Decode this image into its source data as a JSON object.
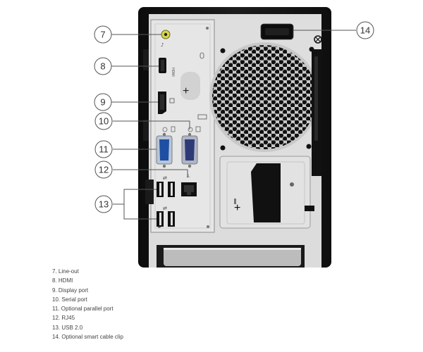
{
  "callouts": {
    "c7": "7",
    "c8": "8",
    "c9": "9",
    "c10": "10",
    "c11": "11",
    "c12": "12",
    "c13": "13",
    "c14": "14"
  },
  "port_text": {
    "hdmi": "HDMI"
  },
  "legend": {
    "item_7": "7. Line-out",
    "item_8": "8. HDMI",
    "item_9": "9. Display port",
    "item_10": "10. Serial port",
    "item_11": "11. Optional parallel port",
    "item_12": "12. RJ45",
    "item_13": "13. USB 2.0",
    "item_14": "14. Optional smart cable clip"
  }
}
